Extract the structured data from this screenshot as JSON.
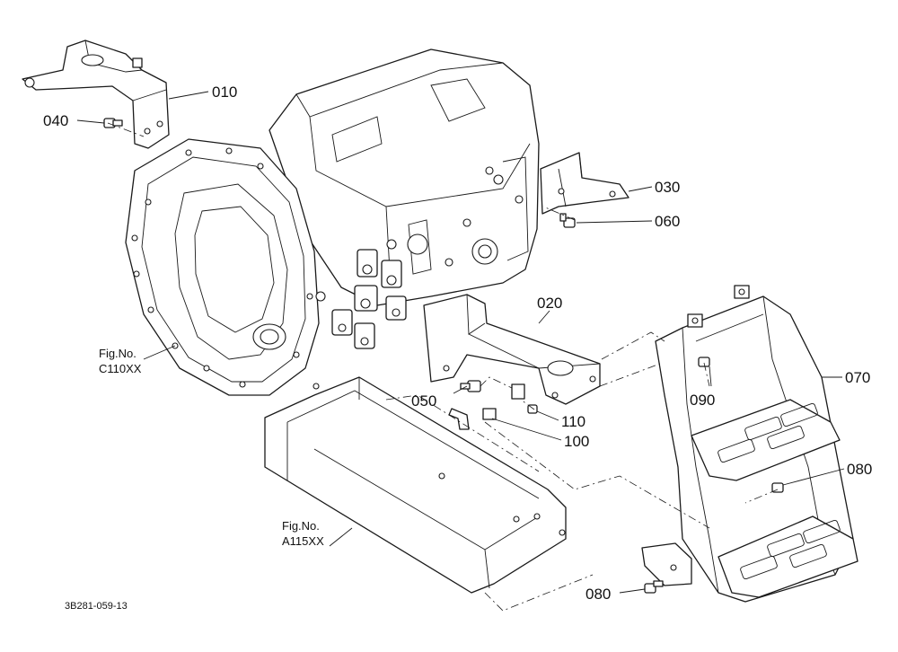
{
  "callouts": {
    "p010": "010",
    "p020": "020",
    "p030": "030",
    "p040": "040",
    "p050": "050",
    "p060": "060",
    "p070": "070",
    "p080a": "080",
    "p080b": "080",
    "p090": "090",
    "p100": "100",
    "p110": "110"
  },
  "references": {
    "ref1_line1": "Fig.No.",
    "ref1_line2": "C110XX",
    "ref2_line1": "Fig.No.",
    "ref2_line2": "A115XX"
  },
  "drawing_code": "3B281-059-13"
}
